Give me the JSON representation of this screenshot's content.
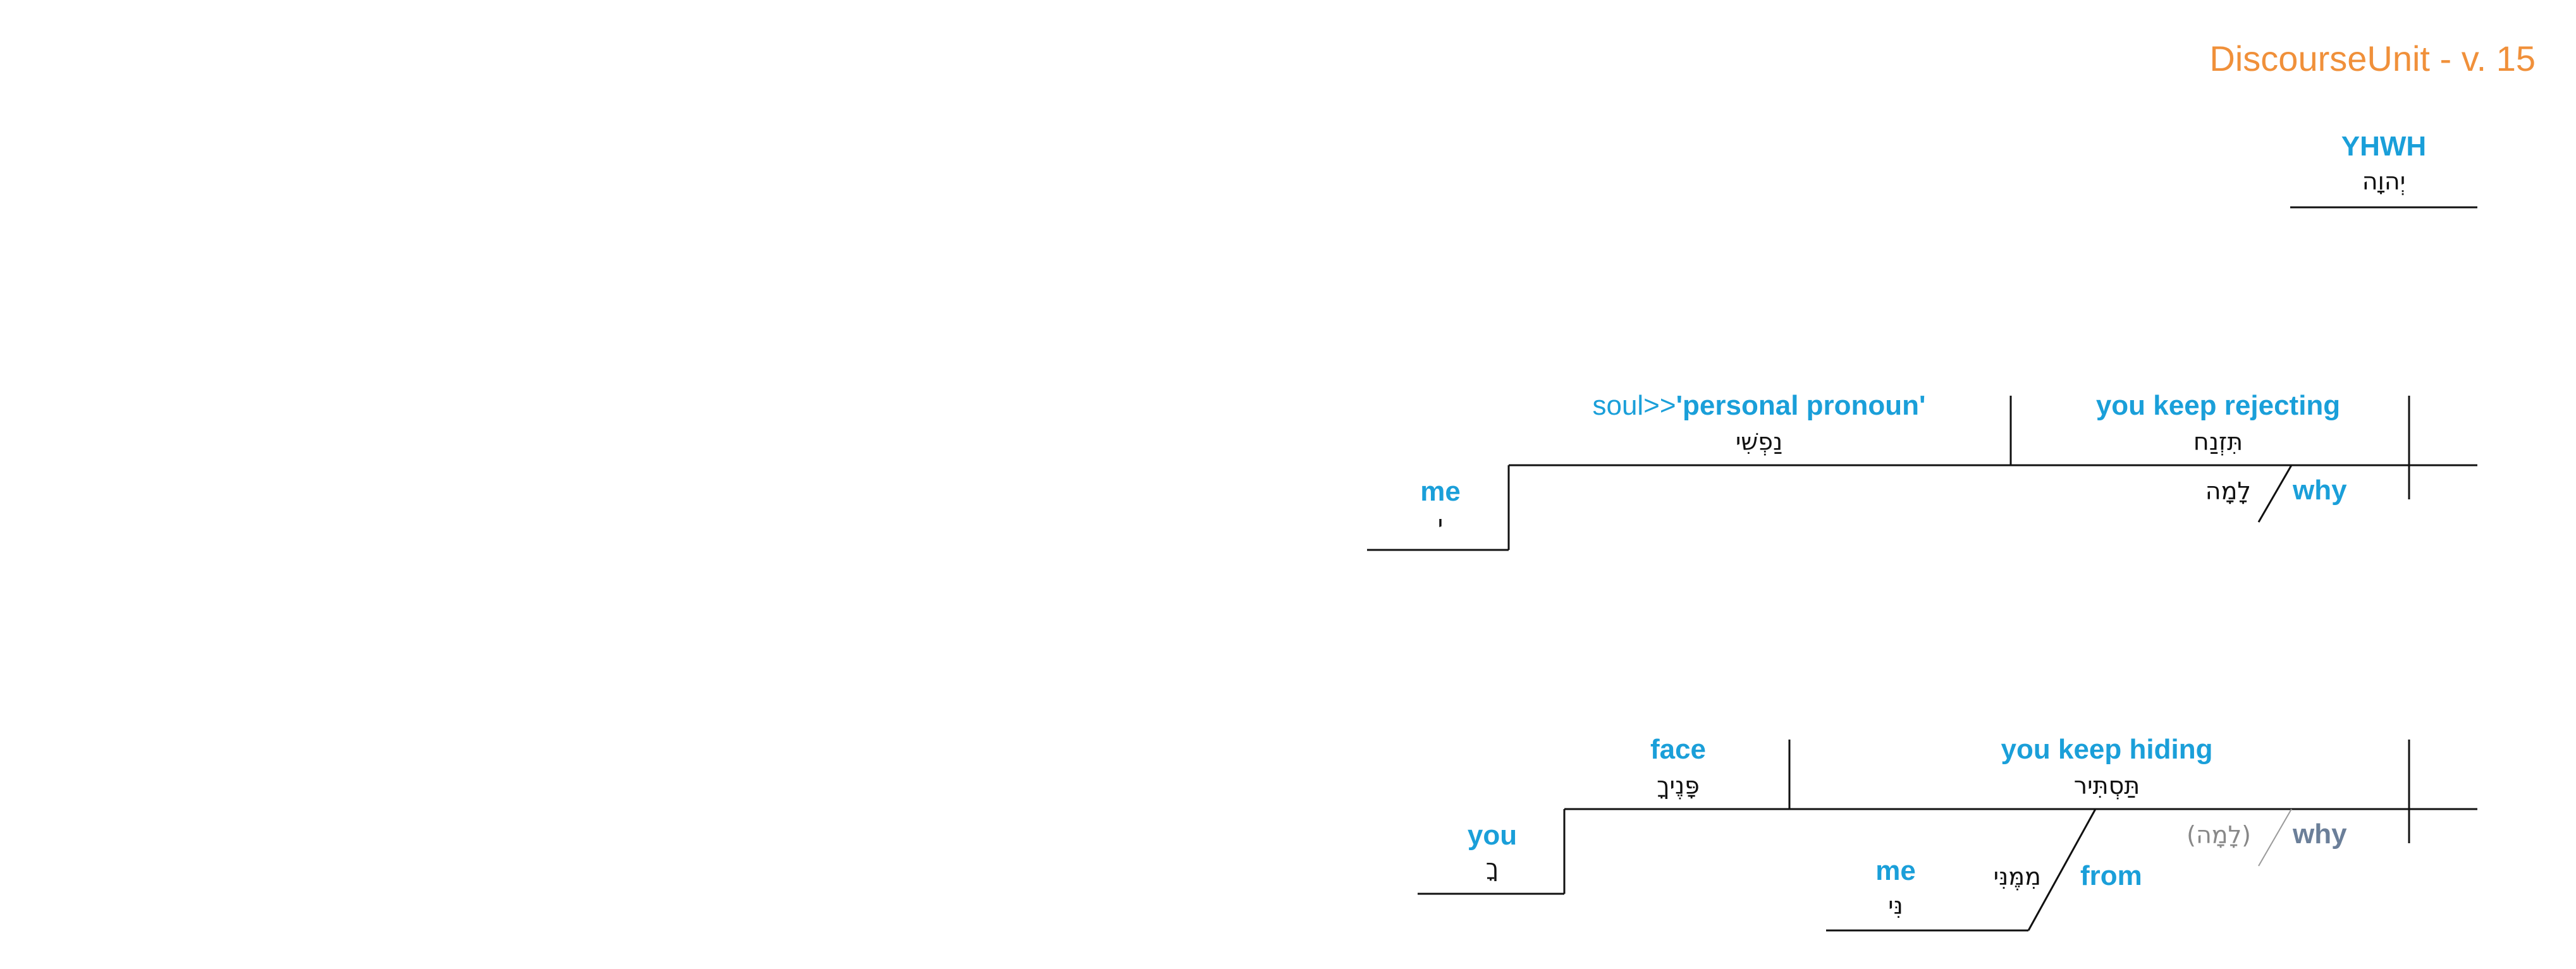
{
  "colors": {
    "title": "#F0903A",
    "gloss": "#1A9FD9",
    "implied": "#6B7F99",
    "line": "#111111",
    "implied_line": "#9A9A9A"
  },
  "title": "DiscourseUnit - v. 15",
  "vocative": {
    "gloss": "YHWH",
    "hebrew": "יְהוָה"
  },
  "clause1": {
    "subject": {
      "gloss_prefix": "soul>>",
      "gloss": "'personal pronoun'",
      "hebrew": "נַפְשִׁי"
    },
    "verb": {
      "gloss": "you keep rejecting",
      "hebrew": "תִּזְנַח"
    },
    "adverb": {
      "gloss": "why",
      "hebrew": "לָמָה"
    },
    "possessor": {
      "gloss": "me",
      "hebrew": "י"
    }
  },
  "clause2": {
    "object": {
      "gloss": "face",
      "hebrew": "פָּנֶיךָ"
    },
    "verb": {
      "gloss": "you keep hiding",
      "hebrew": "תַּסְתִּיר"
    },
    "adverb": {
      "gloss": "why",
      "hebrew": "(לָמָה)"
    },
    "possessor": {
      "gloss": "you",
      "hebrew": "ךָ"
    },
    "preposition": {
      "gloss": "from",
      "hebrew": "מִמֶּנִּי"
    },
    "prep_object": {
      "gloss": "me",
      "hebrew": "נִּי"
    }
  }
}
